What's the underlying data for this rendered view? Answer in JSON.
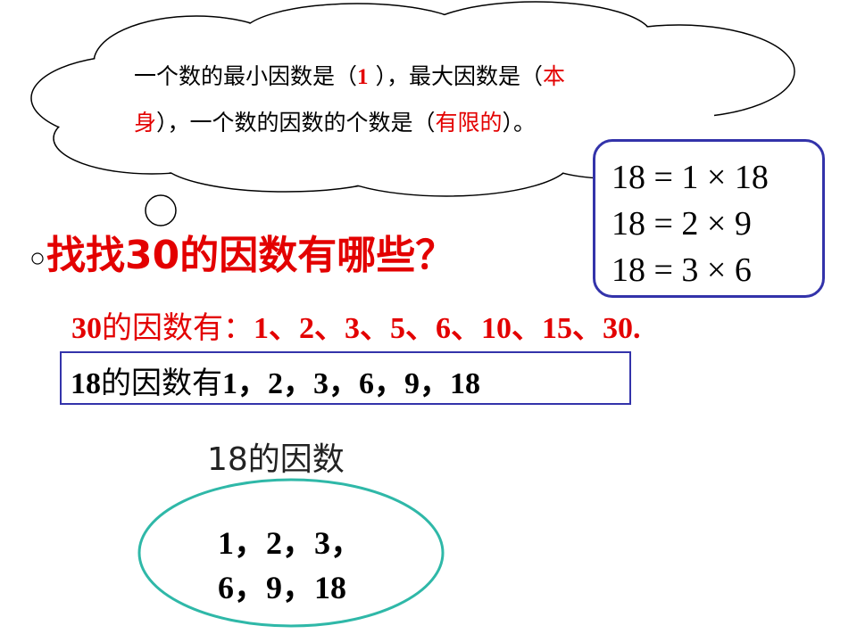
{
  "cloud": {
    "line1_a": "一个数的最小因数是（",
    "line1_answer": "1",
    "line1_b": " ），最大因数是（",
    "line1_answer2": "本",
    "line2_answer2": "身",
    "line2_a": "），一个数的因数的个数是（",
    "line2_answer3": "有限的",
    "line2_b": "）。"
  },
  "multiplication": {
    "lines": [
      "18 = 1 × 18",
      "18 = 2 × 9",
      "18 = 3 × 6"
    ]
  },
  "question": "找找30的因数有哪些？",
  "factors_30": {
    "prefix_num": "30",
    "prefix_text": "的因数有：",
    "values": "1、2、3、5、6、10、15、30."
  },
  "factors_18": {
    "prefix_num": "18",
    "prefix_text": "的因数有",
    "values": "1，2，3，6，9，18"
  },
  "set": {
    "title": "18的因数",
    "line1": "1，2，3，",
    "line2": "6，9，18"
  },
  "colors": {
    "red": "#e30000",
    "box_border": "#3333aa",
    "ellipse_border": "#2fb8a8"
  }
}
